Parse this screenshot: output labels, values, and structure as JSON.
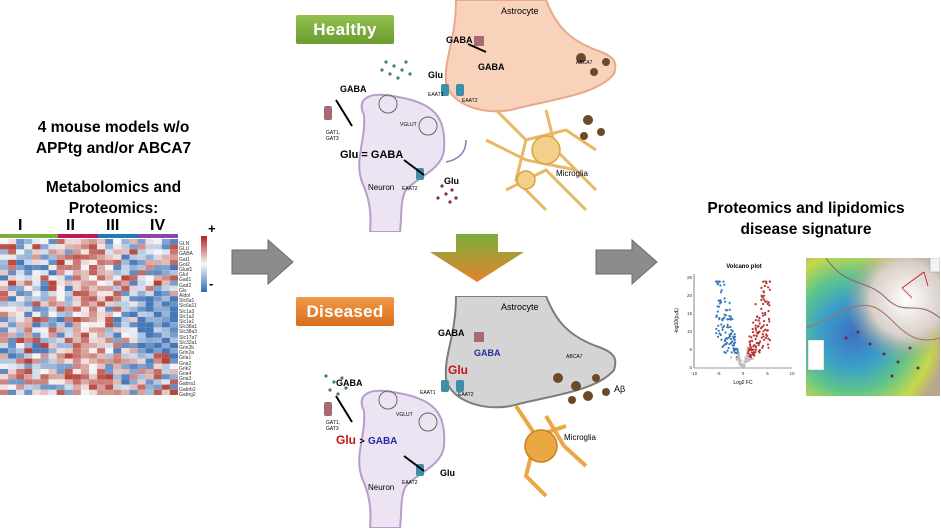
{
  "left_panel": {
    "title_line1": "4 mouse models w/o",
    "title_line2": "APPtg and/or ABCA7",
    "subtitle_line1": "Metabolomics and",
    "subtitle_line2": "Proteomics:",
    "group_labels": [
      "I",
      "II",
      "III",
      "IV"
    ],
    "genes": [
      "GLN",
      "GLU",
      "GABA",
      "Gat1",
      "Got2",
      "Glud1",
      "Glul",
      "Gad1",
      "Gad2",
      "Gls",
      "Aldol",
      "Slc6a1",
      "Slc6a11",
      "Slc1a3",
      "Slc1a2",
      "Slc1a1",
      "Slc38a1",
      "Slc38a3",
      "Slc17a7",
      "Slc32a1",
      "Grin2b",
      "Grin2a",
      "Gria1",
      "Gria2",
      "Grik2",
      "Gria4",
      "Gria3",
      "Gabra1",
      "Gabrb2",
      "Gabrg2"
    ],
    "colorbar_plus": "+",
    "colorbar_minus": "-"
  },
  "healthy_panel": {
    "badge": "Healthy",
    "astrocyte": "Astrocyte",
    "neuron": "Neuron",
    "microglia": "Microglia",
    "gaba": "GABA",
    "glu": "Glu",
    "gat_label": "GAT1,\nGAT3",
    "vglut": "VGLUT",
    "eaat1": "EAAT1",
    "eaat2": "EAAT2",
    "abca7": "ABCA7",
    "balance_left": "Glu",
    "balance_sign": "=",
    "balance_right": "GABA"
  },
  "diseased_panel": {
    "badge": "Diseased",
    "astrocyte": "Astrocyte",
    "neuron": "Neuron",
    "microglia": "Microglia",
    "gaba": "GABA",
    "glu": "Glu",
    "gat_label": "GAT1,\nGAT3",
    "vglut": "VGLUT",
    "eaat1": "EAAT1",
    "eaat2": "EAAT2",
    "abca7": "ABCA7",
    "abeta": "Aβ",
    "balance_left": "Glu",
    "balance_sign": ">",
    "balance_right": "GABA"
  },
  "right_panel": {
    "title_line1": "Proteomics and lipidomics",
    "title_line2": "disease signature",
    "volcano": {
      "title": "Volcano plot",
      "xlabel": "Log2 FC",
      "ylabel": "-log10(pₐdⱼ)",
      "x_ticks": [
        "-10",
        "-5",
        "0",
        "5",
        "10"
      ],
      "y_ticks": [
        "0",
        "5",
        "10",
        "15",
        "20",
        "25"
      ]
    }
  },
  "colors": {
    "healthy_badge": "#7cad3c",
    "diseased_badge": "#e5822e",
    "arrow_gray": "#8c8c8c",
    "astrocyte_healthy": "#f9d2bc",
    "astrocyte_diseased": "#d4d4d4",
    "neuron": "#ece4f2",
    "microglia_healthy": "#f2d08a",
    "microglia_diseased": "#eba741",
    "glu_red": "#c0141a",
    "gaba_blue": "#2a2aa0",
    "volcano_up": "#b8332f",
    "volcano_down": "#3a78b8"
  }
}
